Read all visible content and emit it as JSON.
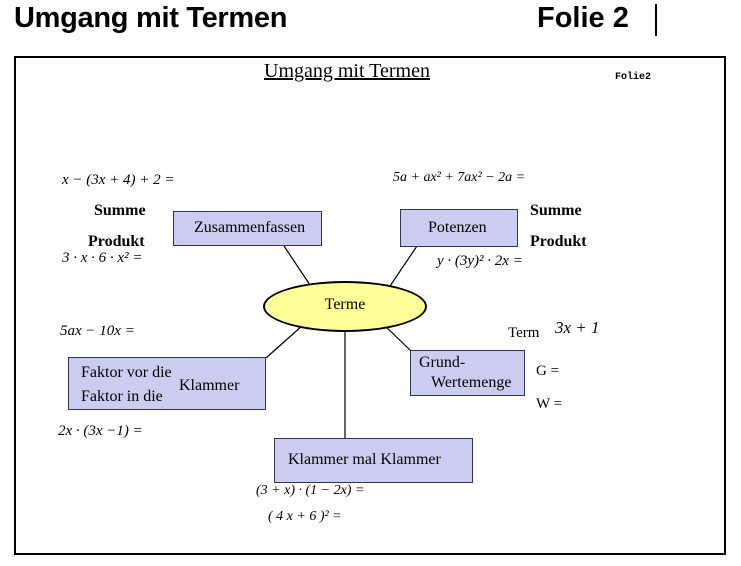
{
  "window": {
    "title_left": "Umgang mit Termen",
    "title_right": "Folie 2"
  },
  "slide": {
    "title": "Umgang mit Termen",
    "slide_number": "Folie2",
    "center_node": "Terme",
    "nodes": [
      {
        "id": "zusammenfassen",
        "label": "Zusammenfassen"
      },
      {
        "id": "potenzen",
        "label": "Potenzen"
      },
      {
        "id": "faktor-klammer-line1",
        "label": "Faktor vor die"
      },
      {
        "id": "faktor-klammer-line2",
        "label": "Faktor in die"
      },
      {
        "id": "faktor-klammer-word",
        "label": "Klammer"
      },
      {
        "id": "grund-wertemenge-line1",
        "label": "Grund-"
      },
      {
        "id": "grund-wertemenge-line2",
        "label": "Wertemenge"
      },
      {
        "id": "klammer-mal-klammer",
        "label": "Klammer mal Klammer"
      }
    ],
    "annotations": {
      "expr_top_left": "x − (3x + 4) + 2  =",
      "summe_left": "Summe",
      "produkt_left": "Produkt",
      "expr_left_product": "3 · x · 6 · x²  =",
      "expr_top_right": "5a + ax² + 7ax² − 2a =",
      "summe_right": "Summe",
      "produkt_right": "Produkt",
      "expr_right_power": "y · (3y)² · 2x  =",
      "expr_mid_left": "5ax − 10x  =",
      "expr_lower_left": "2x · (3x −1)  =",
      "term_label": "Term",
      "term_example": "3x + 1",
      "grundmenge": "G =",
      "wertemenge": "W =",
      "expr_bottom_1": "(3 + x) · (1 − 2x) =",
      "expr_bottom_2": "( 4 x  +  6 )²   ="
    }
  },
  "colors": {
    "box_fill": "#ccccf0",
    "box_border": "#333355",
    "ellipse_fill": "#ffff99",
    "frame": "#000000",
    "background": "#ffffff"
  }
}
